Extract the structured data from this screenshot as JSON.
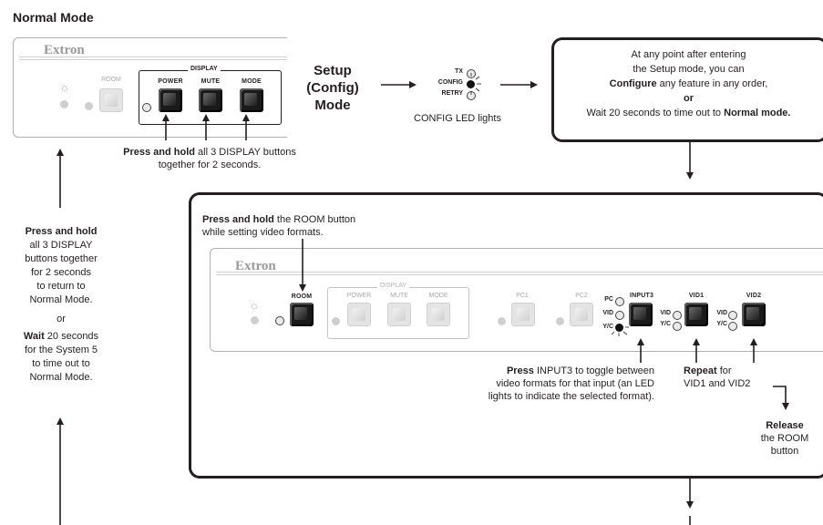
{
  "title": "Normal Mode",
  "panel_top": {
    "logo": "Extron",
    "room_label": "ROOM",
    "display_label": "DISPLAY",
    "buttons": [
      "POWER",
      "MUTE",
      "MODE"
    ]
  },
  "press_hold_display": {
    "bold": "Press and hold",
    "rest": " all 3 DISPLAY buttons",
    "line2": "together for 2 seconds."
  },
  "setup_mode": {
    "line1": "Setup",
    "line2": "(Config)",
    "line3": "Mode"
  },
  "leds": {
    "tx": "TX",
    "config": "CONFIG",
    "retry": "RETRY",
    "caption": "CONFIG LED lights"
  },
  "config_box": {
    "line1": "At any point after entering",
    "line2": "the Setup mode, you can",
    "line3_bold": "Configure",
    "line3_rest": " any feature in any order,",
    "line4": "or",
    "line5_rest": "Wait 20 seconds to time out to ",
    "line5_bold": "Normal mode."
  },
  "room_instructions": {
    "bold": "Press and hold",
    "rest": " the ROOM button",
    "line2": "while setting video formats."
  },
  "panel_bottom": {
    "logo": "Extron",
    "room_label": "ROOM",
    "display_label": "DISPLAY",
    "display_buttons": [
      "POWER",
      "MUTE",
      "MODE"
    ],
    "pc_buttons": [
      "PC1",
      "PC2"
    ],
    "input3": "INPUT3",
    "vid1": "VID1",
    "vid2": "VID2",
    "led_pc": "PC",
    "led_vid": "VID",
    "led_yc": "Y/C"
  },
  "left_text": {
    "l1_bold": "Press and hold",
    "l2": "all 3 DISPLAY",
    "l3": "buttons together",
    "l4": "for 2 seconds",
    "l5": "to return to",
    "l6": "Normal Mode.",
    "l7": "or",
    "l8_bold": "Wait",
    "l8_rest": " 20 seconds",
    "l9": "for the System 5",
    "l10": "to time out to",
    "l11": "Normal Mode."
  },
  "input3_text": {
    "bold": "Press",
    "rest": " INPUT3 to toggle between",
    "line2": "video formats for that input (an LED",
    "line3": "lights to indicate the selected format)."
  },
  "repeat_text": {
    "bold": "Repeat",
    "rest": " for",
    "line2": "VID1 and VID2"
  },
  "release_text": {
    "bold": "Release",
    "line2": "the ROOM",
    "line3": "button"
  }
}
